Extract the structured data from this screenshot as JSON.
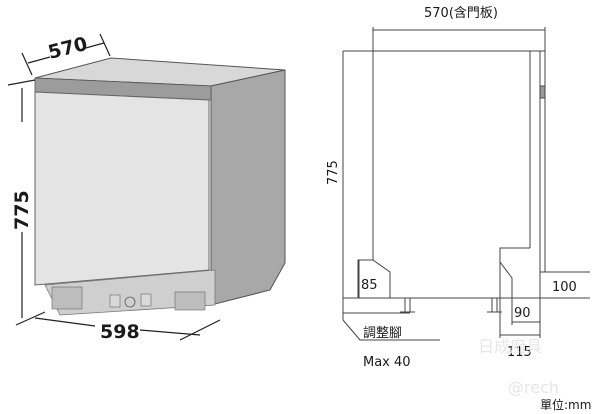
{
  "iso_view": {
    "width_label": "570",
    "height_label": "775",
    "depth_label": "598"
  },
  "side_view": {
    "depth_label": "570(含門板)",
    "height_label": "775",
    "front_plinth_label": "85",
    "rear_plinth_label": "100",
    "rear_offset_label": "90",
    "rear_width_label": "115",
    "leg_label": "調整腳",
    "leg_max_label": "Max 40"
  },
  "unit_label": "單位:mm",
  "watermark": {
    "line1": "日成廚具",
    "line2": "@rech"
  },
  "colors": {
    "line": "#444444",
    "panel": "#e4e4e4",
    "side": "#a9a9a9",
    "top": "#d6d6d6"
  }
}
